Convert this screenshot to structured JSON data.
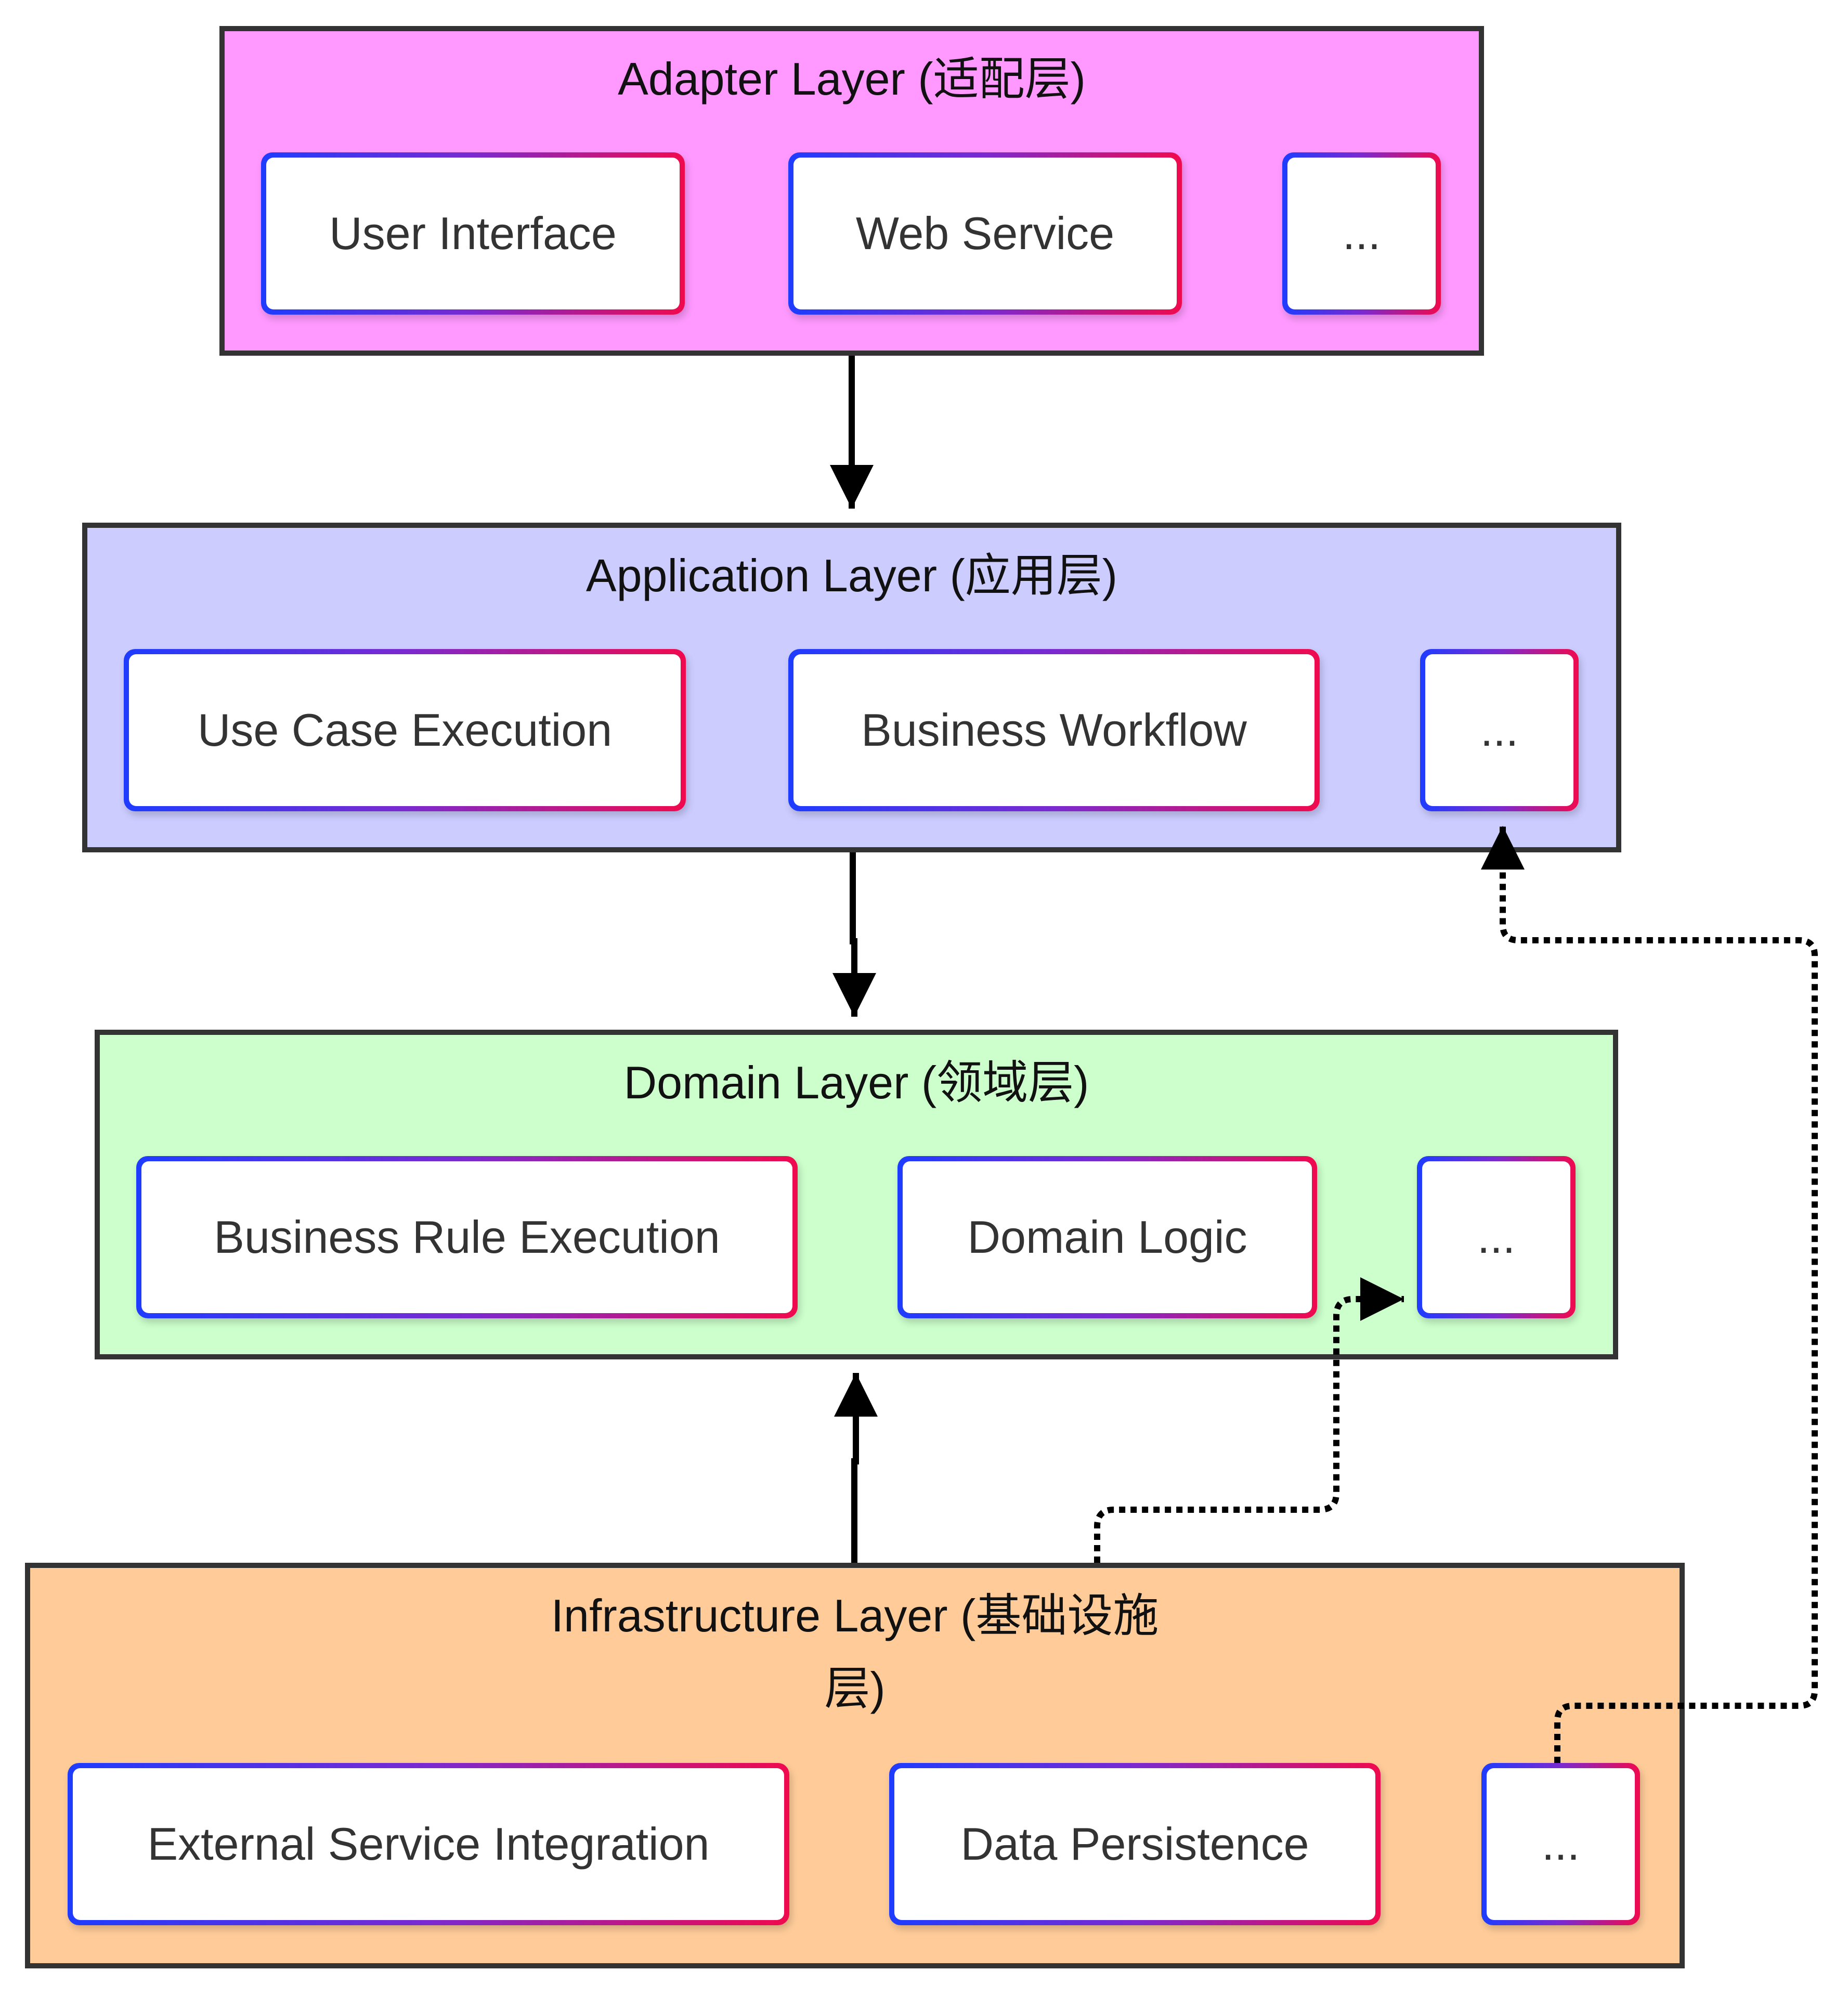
{
  "colors": {
    "adapter_fill": "#ff99ff",
    "application_fill": "#ccccff",
    "domain_fill": "#ccffcc",
    "infrastructure_fill": "#ffcc99",
    "layer_border": "#333333",
    "node_gradient_start": "#1e3cff",
    "node_gradient_end": "#f00a4e",
    "edge": "#000000"
  },
  "layers": {
    "adapter": {
      "title": "Adapter Layer (适配层)",
      "nodes": [
        "User Interface",
        "Web Service",
        "..."
      ]
    },
    "application": {
      "title": "Application Layer (应用层)",
      "nodes": [
        "Use Case Execution",
        "Business Workflow",
        "..."
      ]
    },
    "domain": {
      "title": "Domain Layer (领域层)",
      "nodes": [
        "Business Rule Execution",
        "Domain Logic",
        "..."
      ]
    },
    "infrastructure": {
      "title_line1": "Infrastructure Layer (基础设施",
      "title_line2": "层)",
      "nodes": [
        "External Service Integration",
        "Data Persistence",
        "..."
      ]
    }
  },
  "edges": [
    {
      "from": "adapter",
      "to": "application",
      "style": "solid"
    },
    {
      "from": "application",
      "to": "domain",
      "style": "solid"
    },
    {
      "from": "infrastructure",
      "to": "domain",
      "style": "solid"
    },
    {
      "from": "infrastructure",
      "to": "domain.nodes.2",
      "style": "dotted"
    },
    {
      "from": "infrastructure.nodes.2",
      "to": "application.nodes.2",
      "style": "dotted"
    }
  ]
}
